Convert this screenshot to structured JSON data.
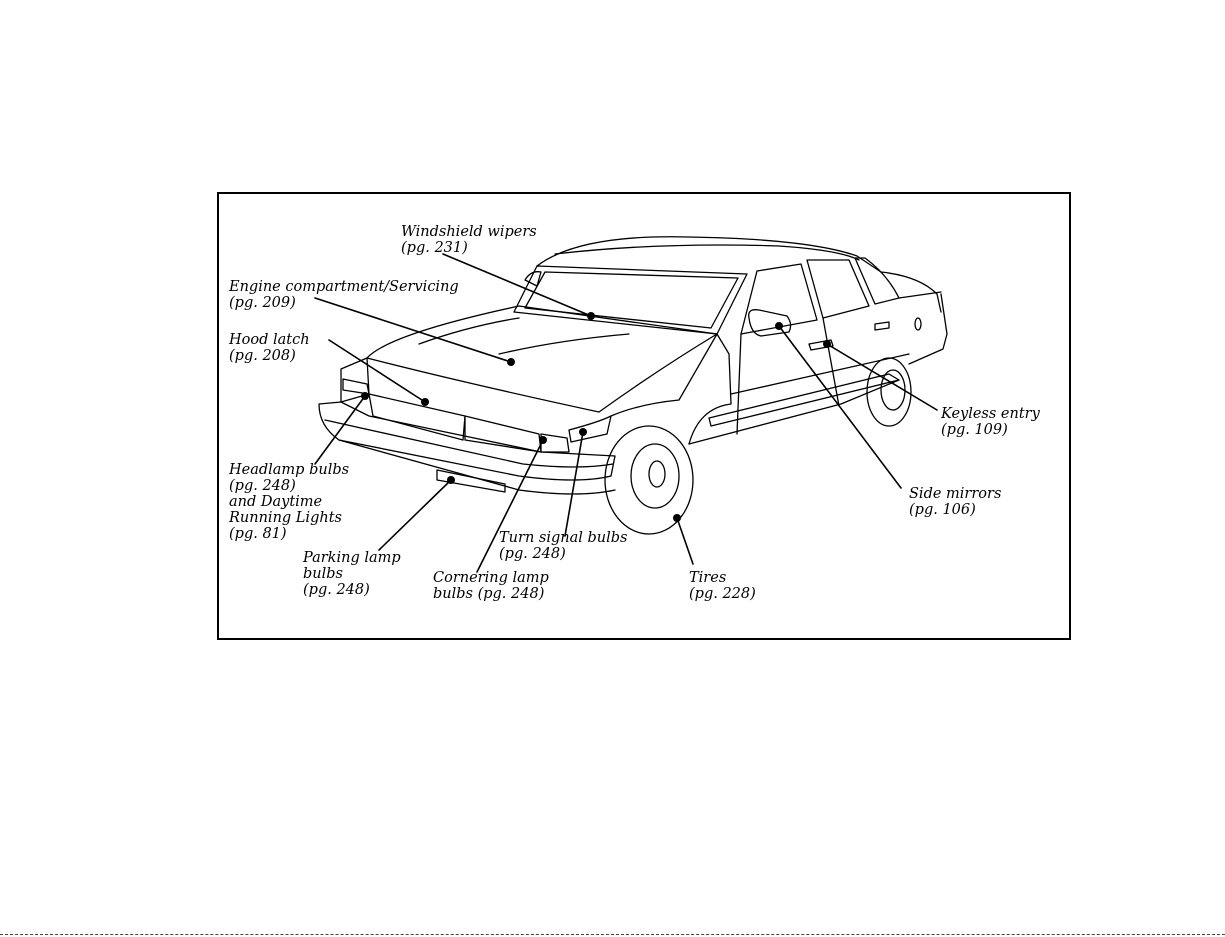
{
  "callouts": {
    "windshield_wipers": [
      "Windshield wipers",
      "(pg. 231)"
    ],
    "engine_compartment": [
      "Engine compartment/Servicing",
      "(pg. 209)"
    ],
    "hood_latch": [
      "Hood latch",
      "(pg. 208)"
    ],
    "headlamp_bulbs": [
      "Headlamp bulbs",
      "(pg. 248)",
      "and Daytime",
      "Running Lights",
      "(pg. 81)"
    ],
    "parking_lamp_bulbs": [
      "Parking lamp",
      "bulbs",
      "(pg. 248)"
    ],
    "cornering_lamp_bulbs": [
      "Cornering lamp",
      "bulbs (pg. 248)"
    ],
    "turn_signal_bulbs": [
      "Turn signal bulbs",
      "(pg. 248)"
    ],
    "tires": [
      "Tires",
      "(pg. 228)"
    ],
    "side_mirrors": [
      "Side mirrors",
      "(pg. 106)"
    ],
    "keyless_entry": [
      "Keyless entry",
      "(pg. 109)"
    ]
  },
  "colors": {
    "ink": "#000000",
    "paper": "#ffffff"
  }
}
